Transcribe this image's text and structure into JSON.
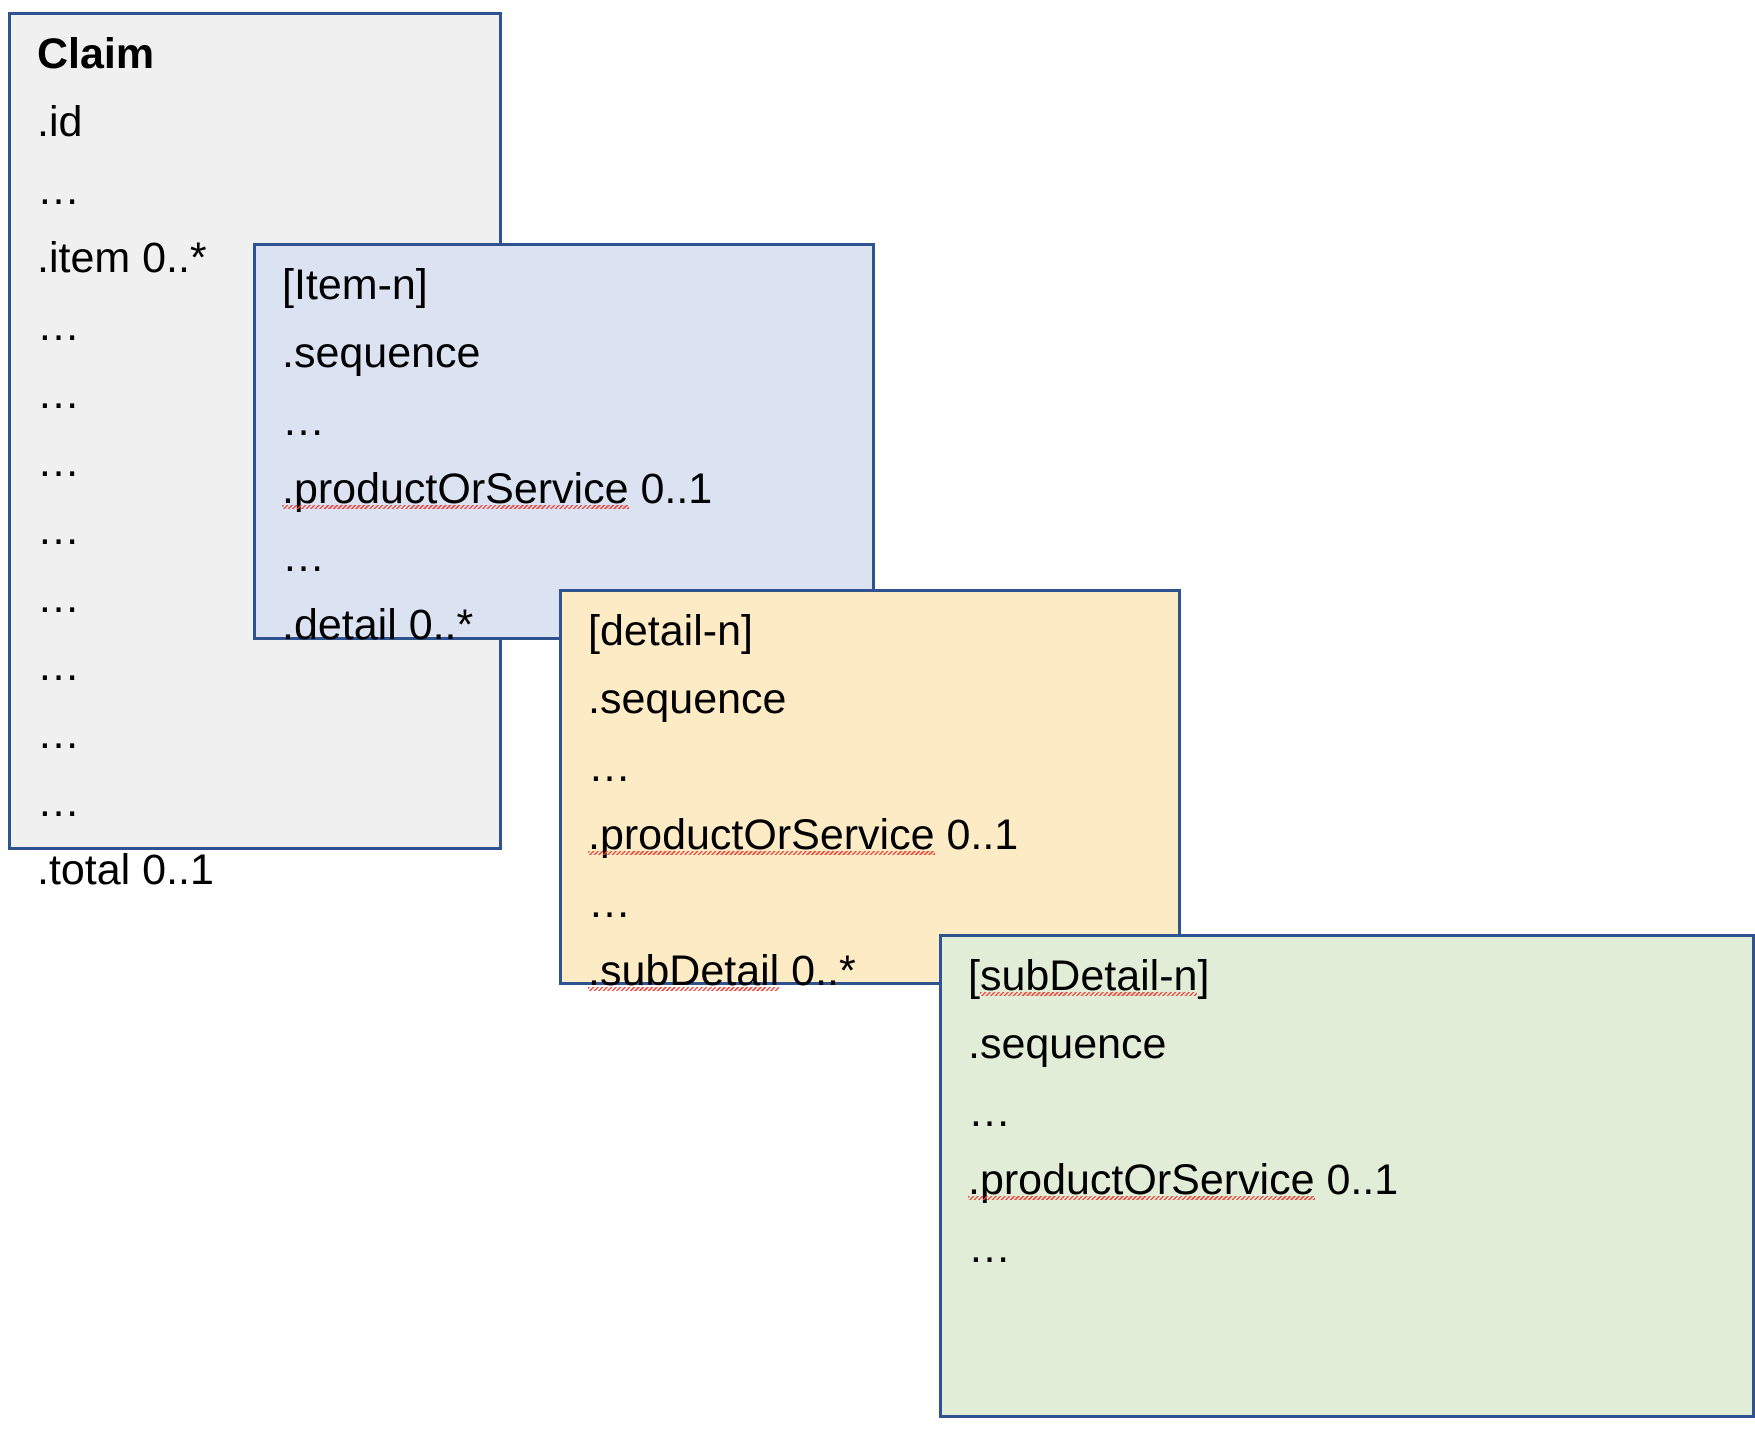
{
  "diagram": {
    "type": "nested-resource-structure-diagram",
    "title_text": "Claim",
    "colors": {
      "border": "#2e5390",
      "claim_fill": "#f0f0f0",
      "item_fill": "#dbe3f3",
      "detail_fill": "#fdebc5",
      "subdetail_fill": "#e2edd8",
      "spellcheck_underline": "#e8463c",
      "text": "#000000"
    },
    "boxes": [
      {
        "id": "claim",
        "name": "Claim",
        "lines": [
          {
            "text": "Claim",
            "style": "bold"
          },
          {
            "text": ".id",
            "style": "normal"
          },
          {
            "text": "…",
            "style": "ellipsis"
          },
          {
            "text": ".item 0..*",
            "style": "normal"
          },
          {
            "text": "…",
            "style": "ellipsis"
          },
          {
            "text": "…",
            "style": "ellipsis"
          },
          {
            "text": "…",
            "style": "ellipsis"
          },
          {
            "text": "…",
            "style": "ellipsis"
          },
          {
            "text": "…",
            "style": "ellipsis"
          },
          {
            "text": "…",
            "style": "ellipsis"
          },
          {
            "text": "…",
            "style": "ellipsis"
          },
          {
            "text": "…",
            "style": "ellipsis"
          },
          {
            "text": ".total 0..1",
            "style": "normal"
          }
        ]
      },
      {
        "id": "item",
        "name": "[Item-n]",
        "lines": [
          {
            "text": "[Item-n]",
            "style": "normal"
          },
          {
            "text": ".sequence",
            "style": "normal"
          },
          {
            "text": "…",
            "style": "ellipsis"
          },
          {
            "text": ".productOrService 0..1",
            "style": "normal",
            "spellcheck_word": ".productOrService"
          },
          {
            "text": "…",
            "style": "ellipsis"
          },
          {
            "text": ".detail 0..*",
            "style": "normal"
          }
        ]
      },
      {
        "id": "detail",
        "name": "[detail-n]",
        "lines": [
          {
            "text": "[detail-n]",
            "style": "normal"
          },
          {
            "text": ".sequence",
            "style": "normal"
          },
          {
            "text": "…",
            "style": "ellipsis"
          },
          {
            "text": ".productOrService 0..1",
            "style": "normal",
            "spellcheck_word": ".productOrService"
          },
          {
            "text": "…",
            "style": "ellipsis"
          },
          {
            "text": ".subDetail 0..*",
            "style": "normal",
            "spellcheck_word": ".subDetail"
          }
        ]
      },
      {
        "id": "subdetail",
        "name": "[subDetail-n]",
        "lines": [
          {
            "text": "[subDetail-n]",
            "style": "normal",
            "spellcheck_word": "subDetail-n"
          },
          {
            "text": ".sequence",
            "style": "normal"
          },
          {
            "text": "…",
            "style": "ellipsis"
          },
          {
            "text": ".productOrService 0..1",
            "style": "normal",
            "spellcheck_word": ".productOrService"
          },
          {
            "text": "…",
            "style": "ellipsis"
          }
        ]
      }
    ]
  }
}
